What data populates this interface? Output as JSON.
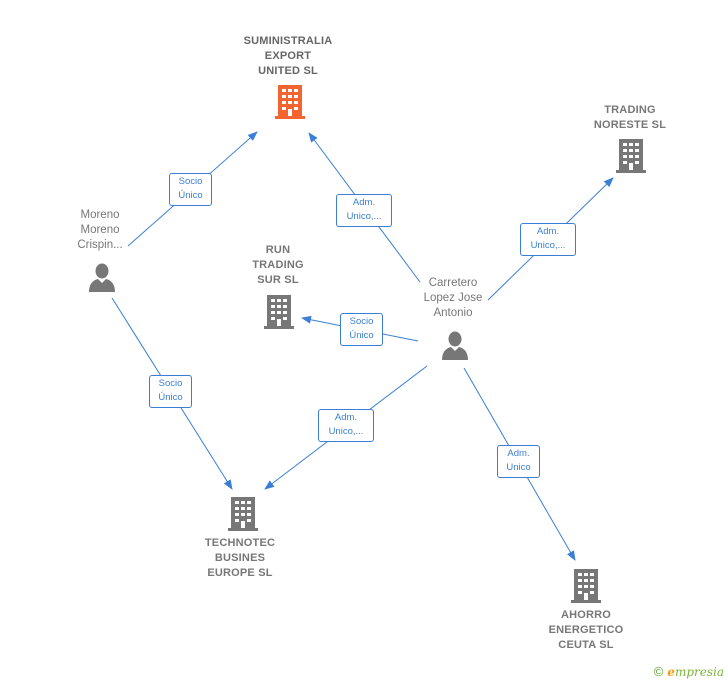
{
  "nodes": {
    "suministralia": {
      "label": "SUMINISTRALIA\nEXPORT\nUNITED  SL",
      "type": "company",
      "color": "#f26531"
    },
    "trading_noreste": {
      "label": "TRADING\nNORESTE  SL",
      "type": "company",
      "color": "#777777"
    },
    "run_trading": {
      "label": "RUN\nTRADING\nSUR  SL",
      "type": "company",
      "color": "#777777"
    },
    "technotec": {
      "label": "TECHNOTEC\nBUSINES\nEUROPE  SL",
      "type": "company",
      "color": "#777777"
    },
    "ahorro": {
      "label": "AHORRO\nENERGETICO\nCEUTA  SL",
      "type": "company",
      "color": "#777777"
    },
    "moreno": {
      "label": "Moreno\nMoreno\nCrispin...",
      "type": "person",
      "color": "#777777"
    },
    "carretero": {
      "label": "Carretero\nLopez Jose\nAntonio",
      "type": "person",
      "color": "#777777"
    }
  },
  "edges": {
    "moreno_suministralia": {
      "label": "Socio\nÚnico"
    },
    "carretero_suministralia": {
      "label": "Adm.\nUnico,..."
    },
    "carretero_trading": {
      "label": "Adm.\nUnico,..."
    },
    "carretero_run": {
      "label": "Socio\nÚnico"
    },
    "moreno_technotec": {
      "label": "Socio\nÚnico"
    },
    "carretero_technotec": {
      "label": "Adm.\nUnico,..."
    },
    "carretero_ahorro": {
      "label": "Adm.\nUnico"
    }
  },
  "colors": {
    "edge": "#3a7fd5",
    "icon_gray": "#777777",
    "icon_main": "#f26531"
  },
  "footer": {
    "copyright": "©",
    "brand_first": "e",
    "brand_rest": "mpresia"
  }
}
